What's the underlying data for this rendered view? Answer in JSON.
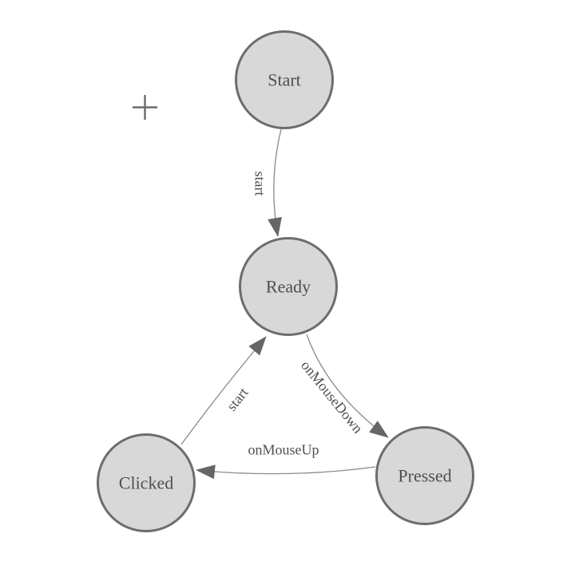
{
  "diagram": {
    "type": "state-machine",
    "nodes": [
      {
        "id": "start",
        "label": "Start"
      },
      {
        "id": "ready",
        "label": "Ready"
      },
      {
        "id": "clicked",
        "label": "Clicked"
      },
      {
        "id": "pressed",
        "label": "Pressed"
      }
    ],
    "edges": [
      {
        "from": "Start",
        "to": "Ready",
        "label": "start"
      },
      {
        "from": "Clicked",
        "to": "Ready",
        "label": "start"
      },
      {
        "from": "Ready",
        "to": "Pressed",
        "label": "onMouseDown"
      },
      {
        "from": "Pressed",
        "to": "Clicked",
        "label": "onMouseUp"
      }
    ],
    "icons": {
      "plus": "plus-icon"
    },
    "colors": {
      "background": "#ffffff",
      "node_fill": "#d8d8d8",
      "node_stroke": "#6d6d6d",
      "edge_stroke": "#8a8a8a",
      "arrow_fill": "#666666",
      "label_text": "#4f4f4f",
      "plus": "#6b6b6b"
    }
  }
}
